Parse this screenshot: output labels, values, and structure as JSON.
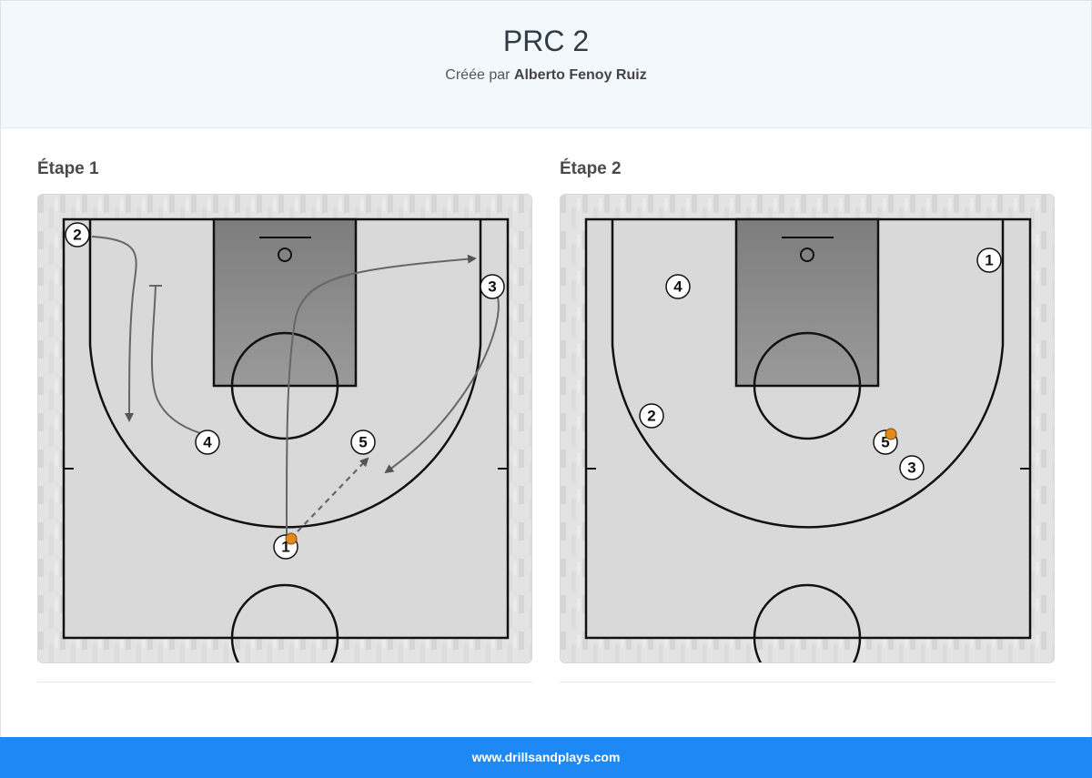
{
  "header": {
    "title": "PRC 2",
    "created_by_label": "Créée par",
    "author": "Alberto Fenoy Ruiz"
  },
  "steps": [
    {
      "title": "Étape 1",
      "players": [
        {
          "label": "2"
        },
        {
          "label": "3"
        },
        {
          "label": "4"
        },
        {
          "label": "5"
        },
        {
          "label": "1"
        }
      ],
      "ball_holder": "1",
      "actions": [
        {
          "type": "cut",
          "player": "2"
        },
        {
          "type": "screen",
          "player": "4"
        },
        {
          "type": "dribble",
          "player": "1"
        },
        {
          "type": "cut",
          "player": "3"
        },
        {
          "type": "pass",
          "from": "1",
          "to": "5"
        }
      ]
    },
    {
      "title": "Étape 2",
      "players": [
        {
          "label": "1"
        },
        {
          "label": "4"
        },
        {
          "label": "2"
        },
        {
          "label": "5"
        },
        {
          "label": "3"
        }
      ],
      "ball_holder": "5"
    }
  ],
  "footer": {
    "text": "www.drillsandplays.com"
  },
  "colors": {
    "footer_bg": "#1e88f5",
    "header_bg": "#f3f8fd",
    "ball": "#e08a1e",
    "paint": "#8f8f8f",
    "lines": "#111111"
  }
}
